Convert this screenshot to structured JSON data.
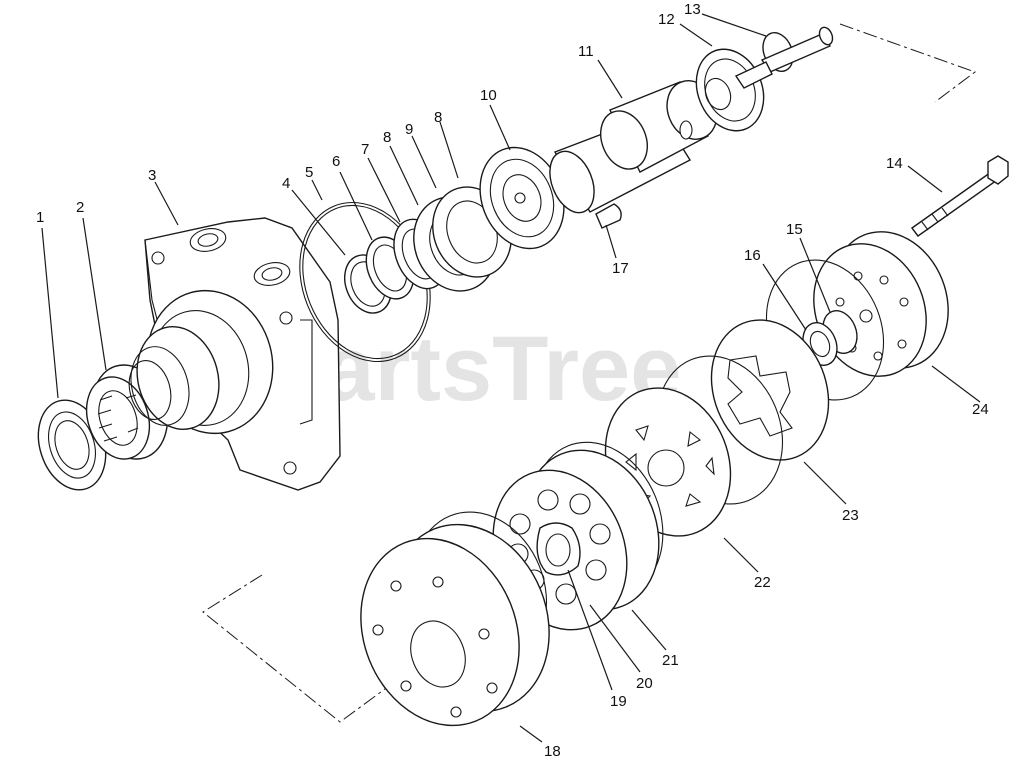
{
  "watermark": {
    "text": "PartsTree",
    "trademark": "TM"
  },
  "callouts": [
    {
      "id": "1",
      "label": "1"
    },
    {
      "id": "2",
      "label": "2"
    },
    {
      "id": "3",
      "label": "3"
    },
    {
      "id": "4",
      "label": "4"
    },
    {
      "id": "5",
      "label": "5"
    },
    {
      "id": "6",
      "label": "6"
    },
    {
      "id": "7",
      "label": "7"
    },
    {
      "id": "8a",
      "label": "8"
    },
    {
      "id": "9",
      "label": "9"
    },
    {
      "id": "8b",
      "label": "8"
    },
    {
      "id": "10",
      "label": "10"
    },
    {
      "id": "11",
      "label": "11"
    },
    {
      "id": "12",
      "label": "12"
    },
    {
      "id": "13",
      "label": "13"
    },
    {
      "id": "14",
      "label": "14"
    },
    {
      "id": "15",
      "label": "15"
    },
    {
      "id": "16",
      "label": "16"
    },
    {
      "id": "17",
      "label": "17"
    },
    {
      "id": "18",
      "label": "18"
    },
    {
      "id": "19",
      "label": "19"
    },
    {
      "id": "20",
      "label": "20"
    },
    {
      "id": "21",
      "label": "21"
    },
    {
      "id": "22",
      "label": "22"
    },
    {
      "id": "23",
      "label": "23"
    },
    {
      "id": "24",
      "label": "24"
    }
  ]
}
